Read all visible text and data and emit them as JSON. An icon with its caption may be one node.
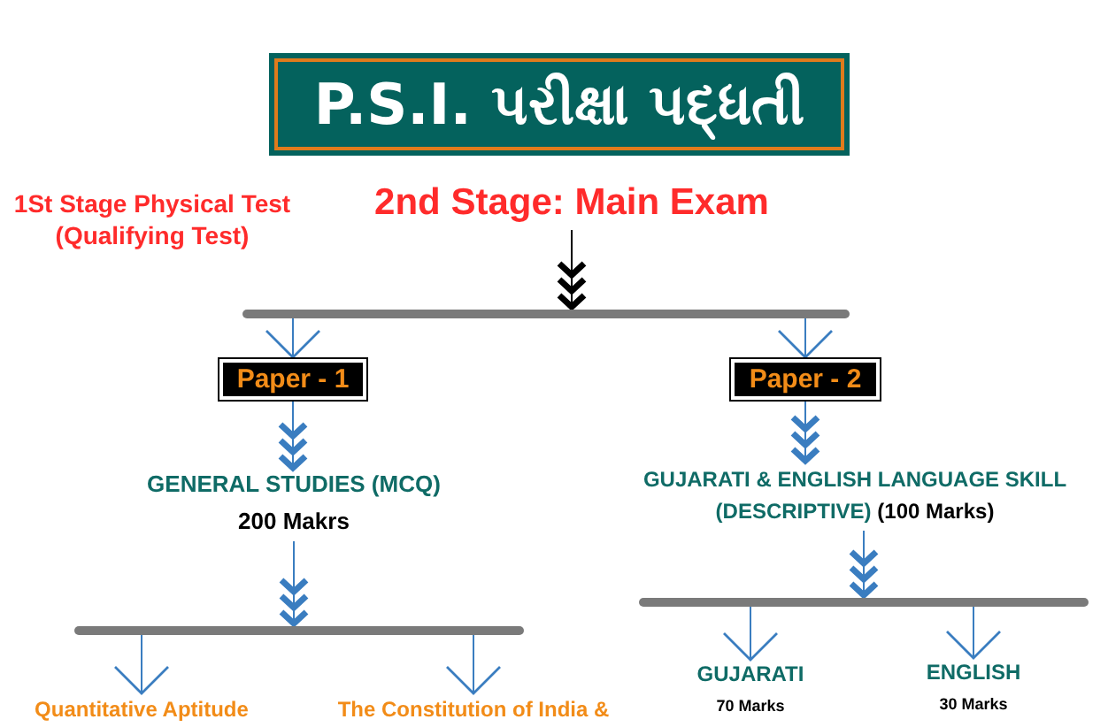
{
  "diagram": {
    "nodes": [
      {
        "text": [
          "P.S.I. પરીક્ષા પદ્ધતી"
        ]
      },
      {
        "text": [
          "1St Stage Physical Test (Qualifying Test)"
        ]
      },
      {
        "text": [
          "2nd Stage: Main Exam"
        ]
      },
      {
        "text": [],
        "shape": "bar"
      },
      {
        "text": [
          "Paper - 1"
        ]
      },
      {
        "text": [
          "Paper - 2"
        ]
      },
      {
        "text": [
          "GENERAL STUDIES (MCQ)",
          "200 Makrs"
        ]
      },
      {
        "text": [
          "GUJARATI & ENGLISH LANGUAGE SKILL (DESCRIPTIVE)",
          "(100 Marks)"
        ]
      },
      {
        "text": [],
        "shape": "bar"
      },
      {
        "text": [],
        "shape": "bar"
      },
      {
        "text": [
          "Quantitative Aptitude"
        ]
      },
      {
        "text": [
          "The Constitution of India &"
        ]
      },
      {
        "text": [
          "GUJARATI",
          "70 Marks"
        ]
      },
      {
        "text": [
          "ENGLISH",
          "30 Marks"
        ]
      }
    ],
    "edges": [
      {
        "from": 2,
        "to": 3,
        "arrow": "to",
        "color": "#000000"
      },
      {
        "from": 3,
        "to": 4,
        "arrow": "to"
      },
      {
        "from": 3,
        "to": 5,
        "arrow": "to"
      },
      {
        "from": 4,
        "to": 6,
        "arrow": "to"
      },
      {
        "from": 5,
        "to": 7,
        "arrow": "to"
      },
      {
        "from": 6,
        "to": 8,
        "arrow": "to"
      },
      {
        "from": 7,
        "to": 9,
        "arrow": "to"
      },
      {
        "from": 8,
        "to": 10,
        "arrow": "to"
      },
      {
        "from": 8,
        "to": 11,
        "arrow": "to"
      },
      {
        "from": 9,
        "to": 12,
        "arrow": "to"
      },
      {
        "from": 9,
        "to": 13,
        "arrow": "to"
      }
    ]
  }
}
